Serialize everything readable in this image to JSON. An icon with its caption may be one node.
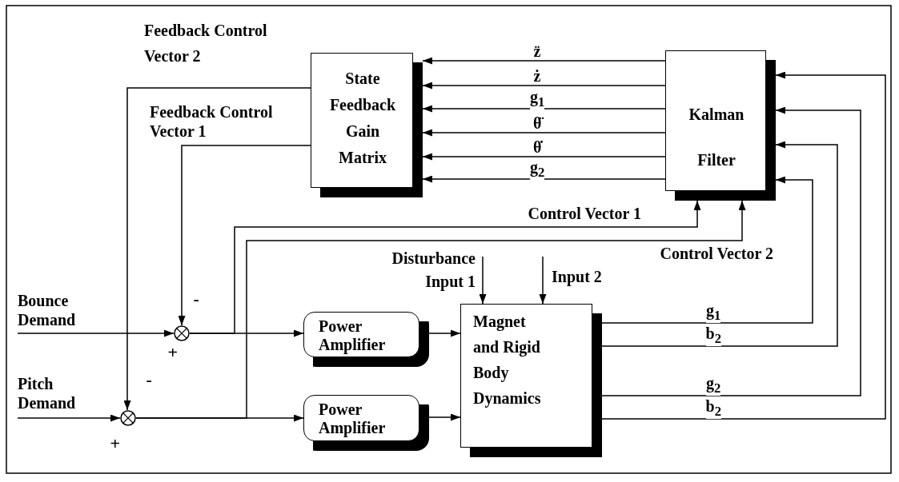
{
  "diagram": {
    "nodes": [
      {
        "text": [
          "State Feedback Gain Matrix"
        ]
      },
      {
        "text": [
          "Kalman Filter"
        ]
      },
      {
        "text": [
          "Bounce Demand"
        ]
      },
      {
        "text": [],
        "shape": "circle",
        "beside": [
          "-",
          "+"
        ]
      },
      {
        "text": [
          "Pitch Demand"
        ]
      },
      {
        "text": [],
        "shape": "circle",
        "beside": [
          "-",
          "+"
        ]
      },
      {
        "text": [
          "Power Amplifier"
        ]
      },
      {
        "text": [
          "Power Amplifier"
        ]
      },
      {
        "text": [
          "Magnet and Rigid Body Dynamics"
        ]
      }
    ],
    "edges": [
      {
        "from": 1,
        "to": 0,
        "arrow": "to",
        "label": "z̈"
      },
      {
        "from": 1,
        "to": 0,
        "arrow": "to",
        "label": "ż"
      },
      {
        "from": 1,
        "to": 0,
        "arrow": "to",
        "label": "g$_{1}$"
      },
      {
        "from": 1,
        "to": 0,
        "arrow": "to",
        "label": "θ̈"
      },
      {
        "from": 1,
        "to": 0,
        "arrow": "to",
        "label": "θ̇"
      },
      {
        "from": 1,
        "to": 0,
        "arrow": "to",
        "label": "g$_{2}$"
      },
      {
        "from": 0,
        "to": 5,
        "arrow": "to",
        "label": "Feedback Control Vector 2"
      },
      {
        "from": 0,
        "to": 3,
        "arrow": "to",
        "label": "Feedback Control Vector 1"
      },
      {
        "from": 2,
        "to": 3,
        "arrow": "to"
      },
      {
        "from": 4,
        "to": 5,
        "arrow": "to"
      },
      {
        "from": 3,
        "to": 6,
        "arrow": "to"
      },
      {
        "from": 5,
        "to": 7,
        "arrow": "to"
      },
      {
        "from": 3,
        "to": 1,
        "arrow": "to",
        "label": "Control Vector 1"
      },
      {
        "from": 5,
        "to": 1,
        "arrow": "to",
        "label": "Control Vector 2"
      },
      {
        "from": 6,
        "to": 8,
        "arrow": "to"
      },
      {
        "from": 7,
        "to": 8,
        "arrow": "to"
      },
      {
        "from": null,
        "to": 8,
        "arrow": "to",
        "label": "Disturbance Input 1"
      },
      {
        "from": null,
        "to": 8,
        "arrow": "to",
        "label": "Input 2"
      },
      {
        "from": 8,
        "to": 1,
        "arrow": "to",
        "label": "g$_{1}$"
      },
      {
        "from": 8,
        "to": 1,
        "arrow": "to",
        "label": "b$_{2}$"
      },
      {
        "from": 8,
        "to": 1,
        "arrow": "to",
        "label": "g$_{2}$"
      },
      {
        "from": 8,
        "to": 1,
        "arrow": "to",
        "label": "b$_{2}$"
      }
    ]
  }
}
